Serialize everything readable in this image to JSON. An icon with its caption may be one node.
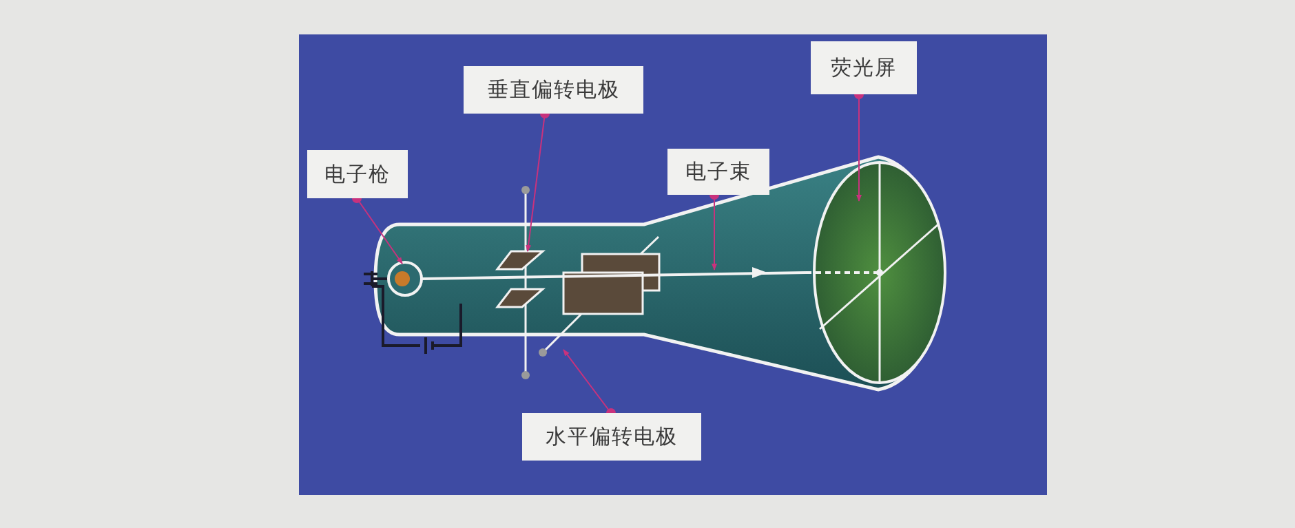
{
  "diagram": {
    "nodes": [
      {
        "text": [
          "电子枪"
        ]
      },
      {
        "text": [
          "垂直偏转电极"
        ]
      },
      {
        "text": [
          "电子束"
        ]
      },
      {
        "text": [
          "荧光屏"
        ]
      },
      {
        "text": [
          "水平偏转电极"
        ]
      },
      {
        "text": [],
        "shape": "picture"
      },
      {
        "text": [],
        "shape": "picture"
      },
      {
        "text": [],
        "shape": "picture"
      },
      {
        "text": [],
        "shape": "circle"
      },
      {
        "text": [],
        "shape": "picture"
      }
    ],
    "edges": [
      {
        "from": 0,
        "to": 5,
        "arrow": "to"
      },
      {
        "from": 1,
        "to": 6,
        "arrow": "to"
      },
      {
        "from": 2,
        "to": 7,
        "arrow": "to"
      },
      {
        "from": 3,
        "to": 8,
        "arrow": "to"
      },
      {
        "from": 4,
        "to": 9,
        "arrow": "to"
      }
    ]
  }
}
